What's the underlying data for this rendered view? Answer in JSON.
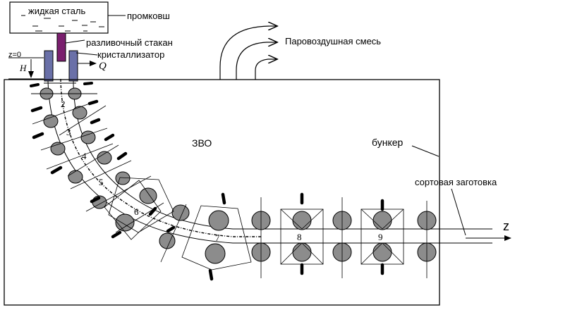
{
  "labels": {
    "liquid_steel": "жидкая сталь",
    "tundish": "промковш",
    "pouring_nozzle": "разливочный стакан",
    "mold": "кристаллизатор",
    "z0": "z=0",
    "h": "H",
    "q": "Q",
    "steam_air": "Паровоздушная смесь",
    "zvo": "ЗВО",
    "bunker": "бункер",
    "billet": "сортовая заготовка",
    "z_axis": "z"
  },
  "zones": [
    "2",
    "3",
    "4",
    "5",
    "6",
    "7",
    "8",
    "9"
  ],
  "colors": {
    "nozzle": "#7a1f6e",
    "mold": "#6a70a8",
    "roller": "#8c8c8c",
    "line": "#000000"
  }
}
